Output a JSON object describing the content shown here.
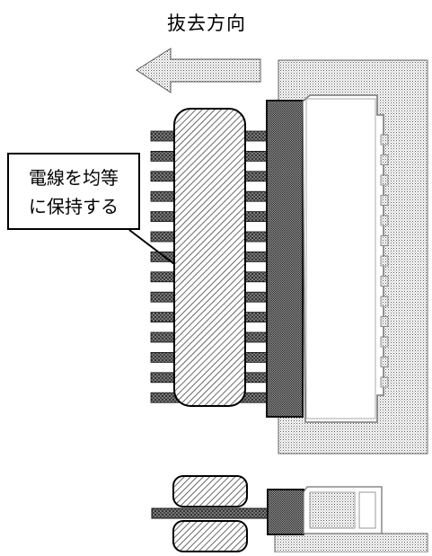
{
  "title": "抜去方向",
  "callout": {
    "line1": "電線を均等",
    "line2": "に保持する"
  },
  "icons": [
    "arrow-left-icon"
  ],
  "colors": {
    "stroke": "#000000",
    "background": "#ffffff"
  }
}
